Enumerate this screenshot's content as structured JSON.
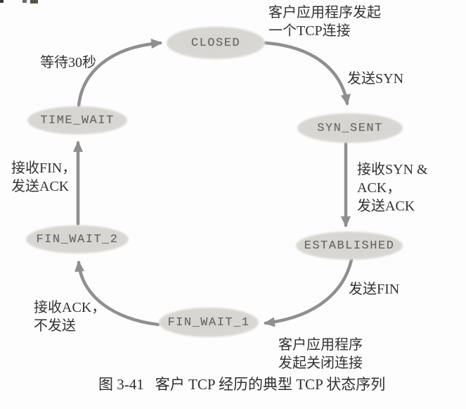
{
  "figure": {
    "caption_label": "图 3-41",
    "caption_title": "客户 TCP 经历的典型 TCP 状态序列"
  },
  "diagram_type": "state-machine-cycle",
  "states": [
    {
      "name": "CLOSED"
    },
    {
      "name": "SYN_SENT"
    },
    {
      "name": "ESTABLISHED"
    },
    {
      "name": "FIN_WAIT_1"
    },
    {
      "name": "FIN_WAIT_2"
    },
    {
      "name": "TIME_WAIT"
    }
  ],
  "transitions": [
    {
      "from": "CLOSED",
      "to": "SYN_SENT",
      "label": "发送SYN"
    },
    {
      "from": "SYN_SENT",
      "to": "ESTABLISHED",
      "label": "接收SYN & ACK，\n发送ACK"
    },
    {
      "from": "ESTABLISHED",
      "to": "FIN_WAIT_1",
      "label": "发送FIN"
    },
    {
      "from": "FIN_WAIT_1",
      "to": "FIN_WAIT_2",
      "label": "接收ACK，\n不发送"
    },
    {
      "from": "FIN_WAIT_2",
      "to": "TIME_WAIT",
      "label": "接收FIN，\n发送ACK"
    },
    {
      "from": "TIME_WAIT",
      "to": "CLOSED",
      "label": "等待30秒"
    }
  ],
  "annotations": {
    "open_note": "客户应用程序发起\n一个TCP连接",
    "close_note": "客户应用程序\n发起关闭连接"
  },
  "colors": {
    "state_fill": "#d8d7d3",
    "arrow": "#8f8f8f",
    "state_text": "#646464",
    "label_text": "#323232",
    "background": "#fdfdfd"
  }
}
